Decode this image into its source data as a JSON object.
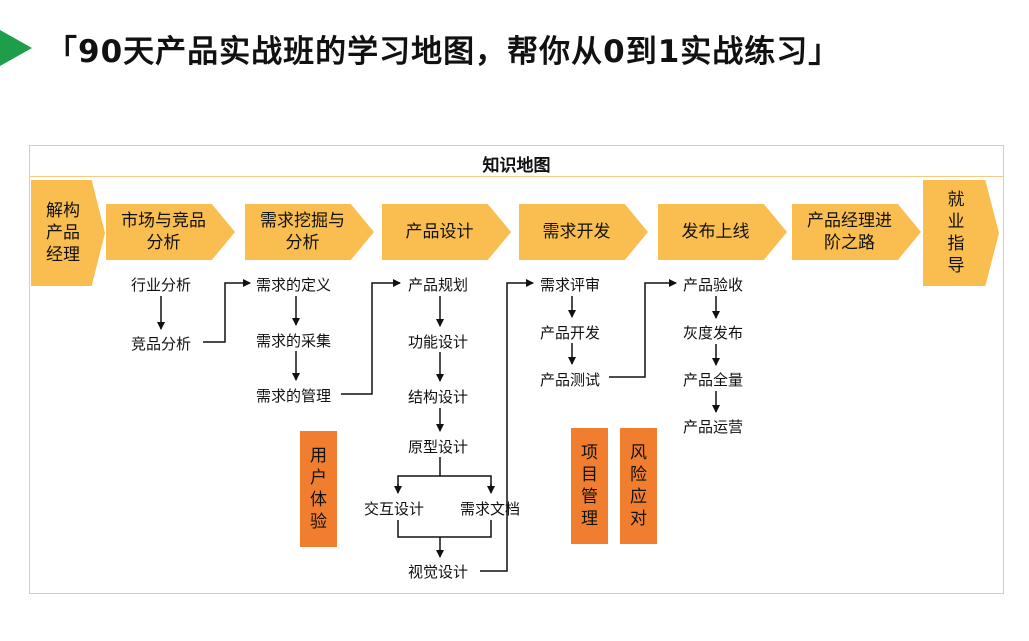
{
  "header": {
    "title": "「90天产品实战班的学习地图，帮你从0到1实战练习」"
  },
  "map": {
    "title": "知识地图",
    "stages": [
      {
        "label": "解构\n产品\n经理"
      },
      {
        "label": "市场与竞品\n分析"
      },
      {
        "label": "需求挖掘与\n分析"
      },
      {
        "label": "产品设计"
      },
      {
        "label": "需求开发"
      },
      {
        "label": "发布上线"
      },
      {
        "label": "产品经理进\n阶之路"
      },
      {
        "label": "就\n业\n指\n导"
      }
    ],
    "market_items": [
      "行业分析",
      "竞品分析"
    ],
    "demand_items": [
      "需求的定义",
      "需求的采集",
      "需求的管理"
    ],
    "design_items": [
      "产品规划",
      "功能设计",
      "结构设计",
      "原型设计",
      "交互设计",
      "需求文档",
      "视觉设计"
    ],
    "dev_items": [
      "需求评审",
      "产品开发",
      "产品测试"
    ],
    "release_items": [
      "产品验收",
      "灰度发布",
      "产品全量",
      "产品运营"
    ],
    "side_boxes": [
      {
        "label": "用\n户\n体\n验"
      },
      {
        "label": "项\n目\n管\n理"
      },
      {
        "label": "风\n险\n应\n对"
      }
    ],
    "colors": {
      "stage": "#f9bd50",
      "side_box": "#f07e2e",
      "border": "#f2c987",
      "accent": "#1f9e4a"
    }
  }
}
